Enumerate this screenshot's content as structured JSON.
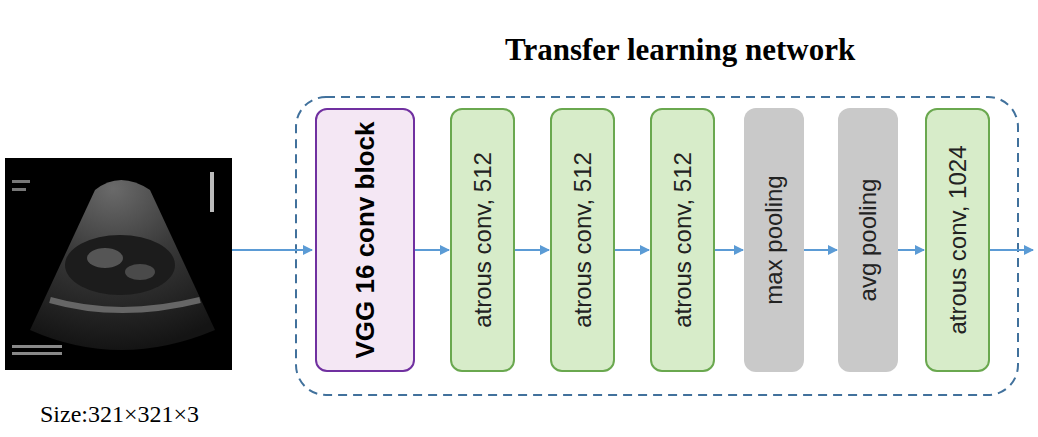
{
  "diagram": {
    "title": "Transfer learning network",
    "nodes": [
      {
        "text": [
          "VGG 16 conv block"
        ]
      },
      {
        "text": [
          "atrous conv, 512"
        ]
      },
      {
        "text": [
          "atrous conv, 512"
        ]
      },
      {
        "text": [
          "atrous conv, 512"
        ]
      },
      {
        "text": [
          "max pooling"
        ]
      },
      {
        "text": [
          "avg pooling"
        ]
      },
      {
        "text": [
          "atrous conv, 1024"
        ]
      }
    ],
    "edges": [
      {
        "from": 0,
        "to": 1,
        "arrow": "to"
      },
      {
        "from": 1,
        "to": 2,
        "arrow": "to"
      },
      {
        "from": 2,
        "to": 3,
        "arrow": "to"
      },
      {
        "from": 3,
        "to": 4,
        "arrow": "to"
      },
      {
        "from": 4,
        "to": 5,
        "arrow": "to"
      },
      {
        "from": 5,
        "to": 6,
        "arrow": "to"
      }
    ],
    "labels": [
      "Size:321×321×3"
    ]
  }
}
